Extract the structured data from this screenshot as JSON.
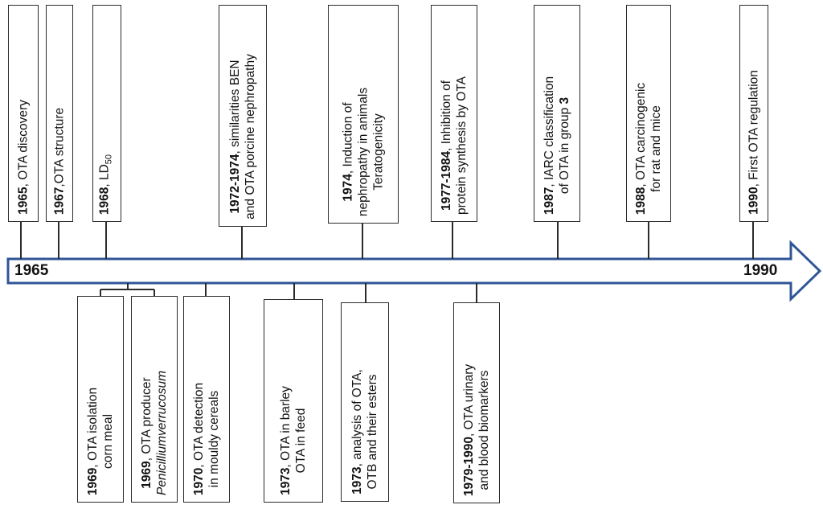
{
  "axis": {
    "start_label": "1965",
    "end_label": "1990",
    "arrow_fill": "#ffffff",
    "arrow_stroke": "#2f5597"
  },
  "events_above": [
    {
      "year": "1965",
      "lines": [
        ", OTA discovery"
      ]
    },
    {
      "year": "1967",
      "lines": [
        ",OTA structure"
      ]
    },
    {
      "year": "1968",
      "lines": [
        ", LD"
      ],
      "subscript": "50"
    },
    {
      "year": "1972-1974",
      "lines": [
        ",  similarities BEN",
        "and OTA porcine nephropathy"
      ]
    },
    {
      "year": "1974",
      "lines": [
        ", Induction  of",
        "nephropathy  in animals",
        "Teratogenicity"
      ]
    },
    {
      "year": "1977-1984",
      "lines": [
        ", Inhibition of",
        "protein synthesis  by OTA"
      ]
    },
    {
      "year": "1987",
      "lines": [
        ", IARC classification",
        "of OTA in group "
      ],
      "bold_tail": "3"
    },
    {
      "year": "1988",
      "lines": [
        ", OTA carcinogenic",
        "for rat and mice"
      ]
    },
    {
      "year": "1990",
      "lines": [
        ", First OTA regulation"
      ]
    }
  ],
  "events_below": [
    {
      "year": "1969",
      "lines": [
        ", OTA isolation",
        "corn meal"
      ]
    },
    {
      "year": "1969",
      "lines": [
        ", OTA producer"
      ],
      "italic_line": "Penicilliumverrucosum"
    },
    {
      "year": "1970",
      "lines": [
        ", OTA detection",
        "in mouldy cereals"
      ]
    },
    {
      "year": "1973",
      "lines": [
        ", OTA in barley",
        "OTA in feed"
      ]
    },
    {
      "year": "1973",
      "lines": [
        ", analysis of OTA,",
        "OTB and their esters"
      ]
    },
    {
      "year": "1979-1990",
      "lines": [
        ", OTA urinary",
        "and blood biomarkers"
      ]
    }
  ]
}
